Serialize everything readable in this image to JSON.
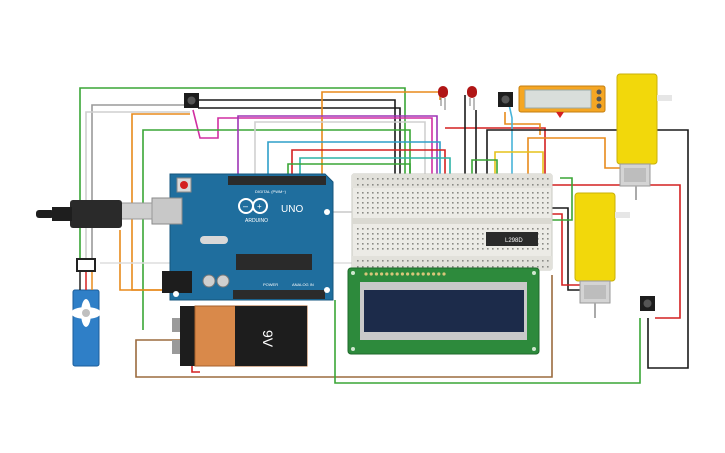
{
  "arduino": {
    "brand": "ARDUINO",
    "model": "UNO",
    "label_digital": "DIGITAL (PWM~)",
    "label_power": "POWER",
    "label_analog": "ANALOG IN"
  },
  "battery": {
    "label": "9V"
  },
  "driver_chip": {
    "label": "L298D"
  },
  "colors": {
    "arduino": "#1f6e9e",
    "breadboard": "#ebebe7",
    "lcd_board": "#2d8a3c",
    "lcd_screen": "#1c2b4a",
    "motor": "#f2d80b",
    "battery": "#d9894a",
    "servo": "#2f7fc7",
    "sensor_module": "#f5a623",
    "led": "#b01515"
  },
  "icons": [
    "usb-cable-icon",
    "push-button-icon",
    "led-icon",
    "gear-motor-icon",
    "servo-icon",
    "battery-icon",
    "lcd-icon",
    "ultrasonic-sensor-icon"
  ]
}
